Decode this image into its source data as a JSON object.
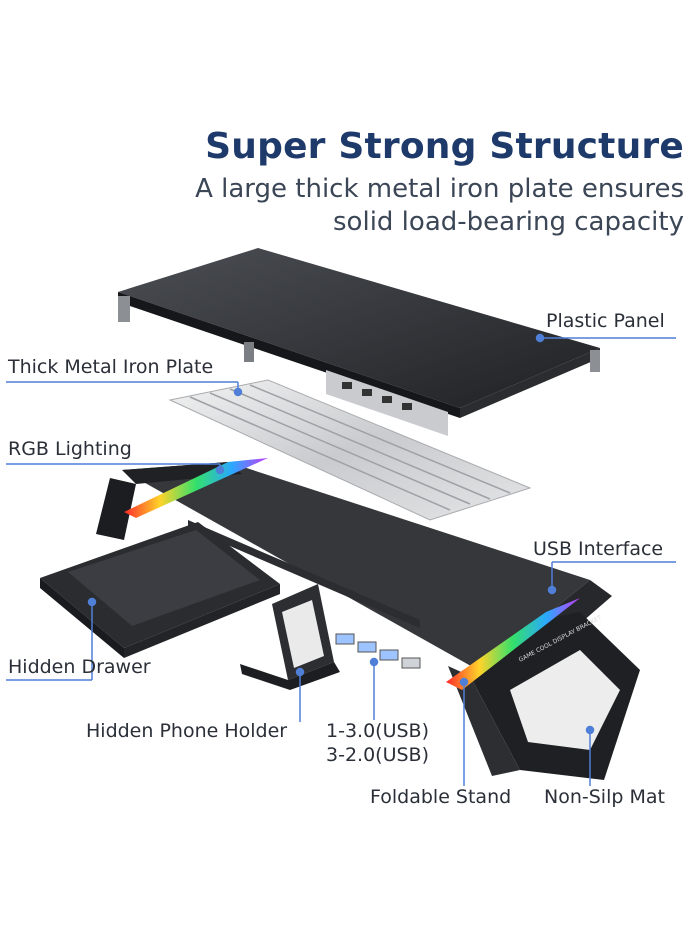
{
  "header": {
    "title": "Super Strong Structure",
    "subtitle_line1": "A large thick metal iron plate ensures",
    "subtitle_line2": "solid load-bearing capacity"
  },
  "labels": {
    "plastic_panel": "Plastic Panel",
    "metal_plate": "Thick Metal Iron Plate",
    "rgb_lighting": "RGB Lighting",
    "usb_interface": "USB Interface",
    "hidden_drawer": "Hidden Drawer",
    "phone_holder": "Hidden Phone Holder",
    "usb_ports_line1": "1-3.0(USB)",
    "usb_ports_line2": "3-2.0(USB)",
    "foldable_stand": "Foldable Stand",
    "non_slip_mat": "Non-Silp Mat"
  },
  "product_print": "GAME COOL DISPLAY BRACKET",
  "colors": {
    "title": "#1e3a6b",
    "leader_line": "#4f7fd6",
    "product_dark": "#2b2d31"
  }
}
